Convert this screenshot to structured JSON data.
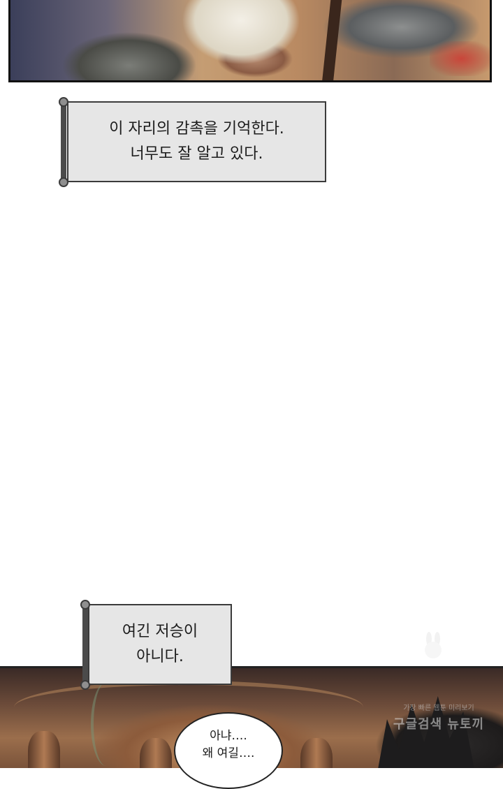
{
  "caption_1": {
    "lines": [
      "이 자리의 감촉을 기억한다.",
      "너무도 잘 알고 있다."
    ]
  },
  "caption_2": {
    "lines": [
      "여긴 저승이",
      "아니다."
    ]
  },
  "speech_bubble": {
    "lines": [
      "아냐….",
      "왜 여길…."
    ]
  },
  "watermark": {
    "tagline": "가장 빠른 웹툰 미리보기",
    "brand": "구글검색 뉴토끼"
  }
}
